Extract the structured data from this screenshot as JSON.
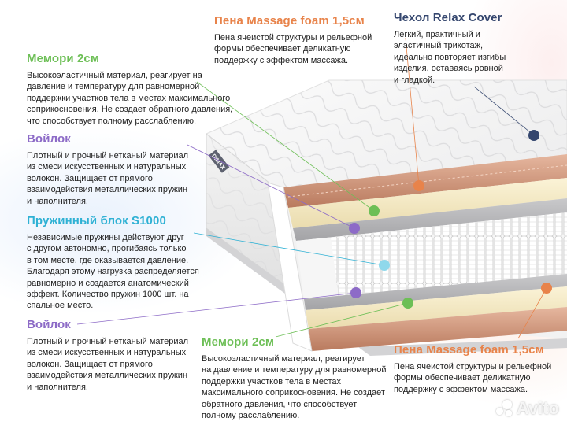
{
  "colors": {
    "green": "#6dbf56",
    "purple": "#8d6bc7",
    "cyan": "#2fb1d4",
    "orange": "#e8834a",
    "navy": "#34466e"
  },
  "brand_logo_text": "DIMAX",
  "watermark": "Avito",
  "callouts": {
    "memory_top": {
      "title": "Мемори 2см",
      "desc": "Высокоэластичный материал, реагирует на\nдавление и температуру для равномерной\nподдержки участков тела в местах максимального\nсоприкосновения. Не создает обратного давления,\nчто способствует полному расслаблению."
    },
    "felt_top": {
      "title": "Войлок",
      "desc": "Плотный и прочный нетканый материал\nиз смеси искусственных и натуральных\nволокон. Защищает от прямого\nвзаимодействия металлических пружин\nи наполнителя."
    },
    "spring_block": {
      "title": "Пружинный блок S1000",
      "desc": "Независимые пружины действуют друг\nс другом автономно, прогибаясь только\nв том месте, где оказывается давление.\nБлагодаря этому нагрузка распределяется\nравномерно и создается анатомический\nэффект. Количество пружин 1000 шт. на\nспальное место."
    },
    "felt_bottom": {
      "title": "Войлок",
      "desc": "Плотный и прочный нетканый материал\nиз смеси искусственных и натуральных\nволокон. Защищает от прямого\nвзаимодействия металлических пружин\nи наполнителя."
    },
    "massage_top": {
      "title": "Пена Massage foam 1,5см",
      "desc": "Пена ячеистой структуры и рельефной\nформы обеспечивает деликатную\nподдержку с эффектом массажа."
    },
    "cover": {
      "title": "Чехол Relax Cover",
      "desc": "Легкий, практичный и\nэластичный трикотаж,\nидеально повторяет изгибы\nизделия, оставаясь ровной\nи гладкой."
    },
    "memory_bottom": {
      "title": "Мемори 2см",
      "desc": "Высокоэластичный материал, реагирует\nна давление и температуру для равномерной\nподдержки участков тела в местах\nмаксимального соприкосновения. Не создает\nобратного давления, что способствует\nполному расслаблению."
    },
    "massage_bottom": {
      "title": "Пена Massage foam 1,5см",
      "desc": "Пена ячеистой структуры и рельефной\nформы обеспечивает деликатную\nподдержку с эффектом массажа."
    }
  }
}
